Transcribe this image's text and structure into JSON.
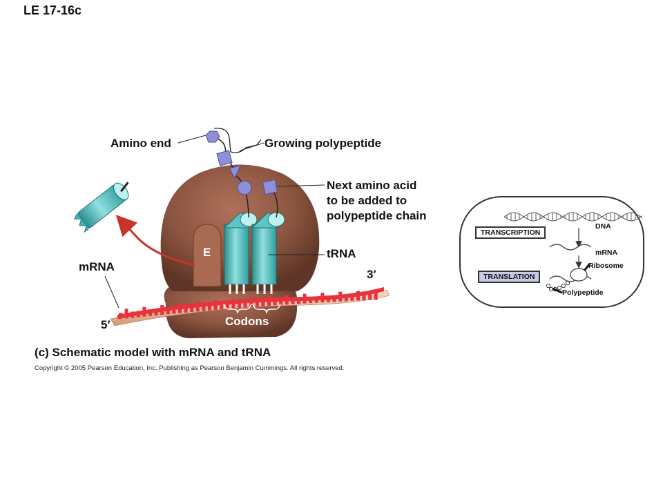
{
  "figure_id": "LE 17-16c",
  "labels": {
    "amino_end": "Amino end",
    "growing_polypeptide": "Growing polypeptide",
    "next_amino_acid": [
      "Next amino acid",
      "to be added to",
      "polypeptide chain"
    ],
    "trna": "tRNA",
    "mrna": "mRNA",
    "e_site": "E",
    "codons": "Codons",
    "three_prime": "3′",
    "five_prime": "5′"
  },
  "caption": {
    "part": "(c)",
    "text": "Schematic model with mRNA and tRNA"
  },
  "copyright": "Copyright © 2005 Pearson Education, Inc. Publishing as Pearson Benjamin Cummings. All rights reserved.",
  "inset": {
    "dna": "DNA",
    "transcription": "TRANSCRIPTION",
    "mrna": "mRNA",
    "ribosome": "Ribosome",
    "translation": "TRANSLATION",
    "polypeptide": "Polypeptide"
  },
  "colors": {
    "ribosome": "#8b5540",
    "ribosome_dark": "#5e3526",
    "trna": "#3fb5b5",
    "mrna": "#e8323c",
    "mrna_strand": "#f0c7a0",
    "amino_acid": "#8f8fd6",
    "arrow": "#c8342a",
    "translation_box": "#c9cbe6"
  }
}
